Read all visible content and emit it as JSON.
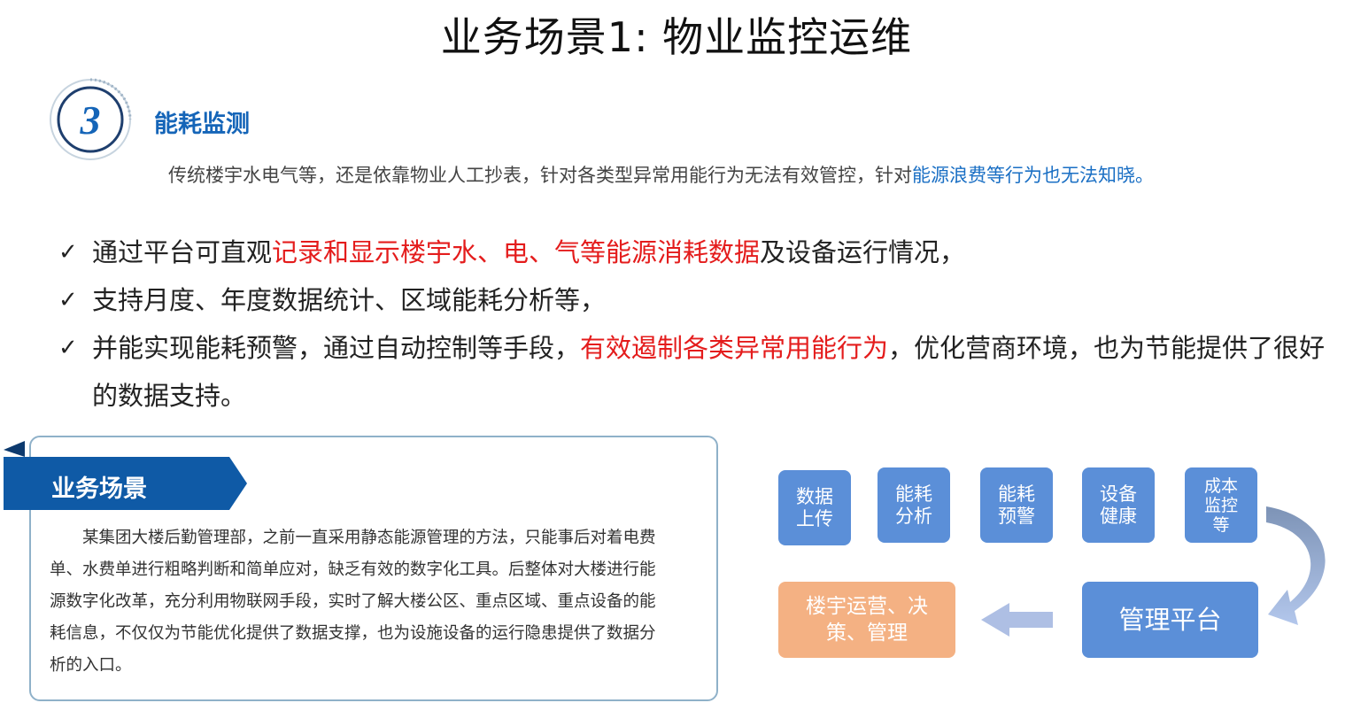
{
  "title": "业务场景1: 物业监控运维",
  "section": {
    "number": "3",
    "title": "能耗监测"
  },
  "intro": {
    "text": "传统楼宇水电气等，还是依靠物业人工抄表，针对各类型异常用能行为无法有效管控，针对",
    "highlight": "能源浪费等行为也无法知晓。"
  },
  "bullets": [
    {
      "check": "✓",
      "pre": "通过平台可直观",
      "red": "记录和显示楼宇水、电、气等能源消耗数据",
      "post": "及设备运行情况，"
    },
    {
      "check": "✓",
      "pre": "支持月度、年度数据统计、区域能耗分析等，",
      "red": "",
      "post": ""
    },
    {
      "check": "✓",
      "pre": "并能实现能耗预警，通过自动控制等手段，",
      "red": "有效遏制各类异常用能行为",
      "post": "，优化营商环境，也为节能提供了很好的数据支持。"
    }
  ],
  "scenario": {
    "label": "业务场景",
    "text": "　　某集团大楼后勤管理部，之前一直采用静态能源管理的方法，只能事后对着电费单、水费单进行粗略判断和简单应对，缺乏有效的数字化工具。后整体对大楼进行能源数字化改革，充分利用物联网手段，实时了解大楼公区、重点区域、重点设备的能耗信息，不仅仅为节能优化提供了数据支撑，也为设施设备的运行隐患提供了数据分析的入口。"
  },
  "diagram": {
    "top_boxes": [
      "数据\n上传",
      "能耗\n分析",
      "能耗\n预警",
      "设备\n健康",
      "成本\n监控\n等"
    ],
    "platform": "管理平台",
    "output": "楼宇运营、决\n策、管理"
  },
  "colors": {
    "brand_blue": "#1565b8",
    "box_blue": "#5b8fd8",
    "box_orange": "#f4b183",
    "red": "#e41c1c"
  }
}
